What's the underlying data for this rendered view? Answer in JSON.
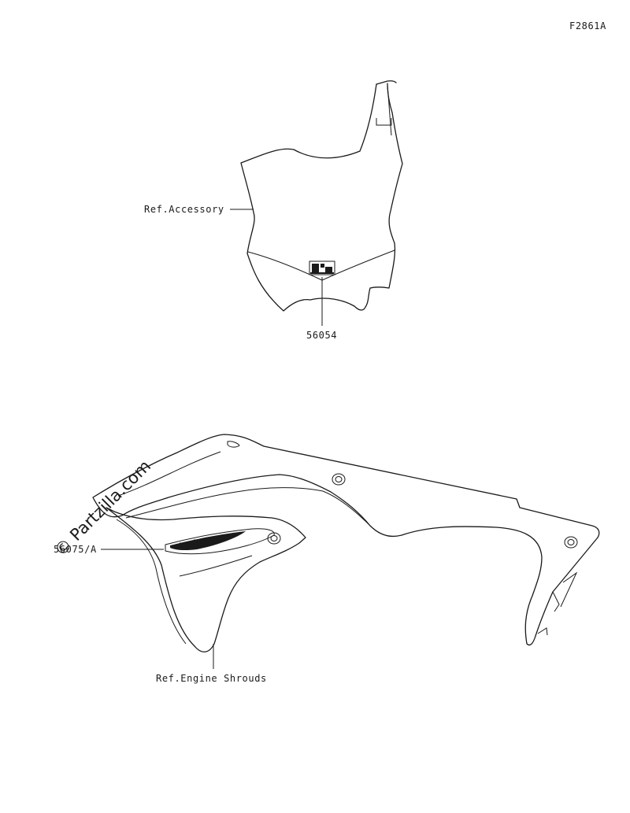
{
  "figure_code": "F2861A",
  "labels": {
    "ref_accessory": "Ref.Accessory",
    "part_56054": "56054",
    "part_56075": "56075/A",
    "ref_engine_shrouds": "Ref.Engine Shrouds"
  },
  "watermark": "© Partzilla.com"
}
